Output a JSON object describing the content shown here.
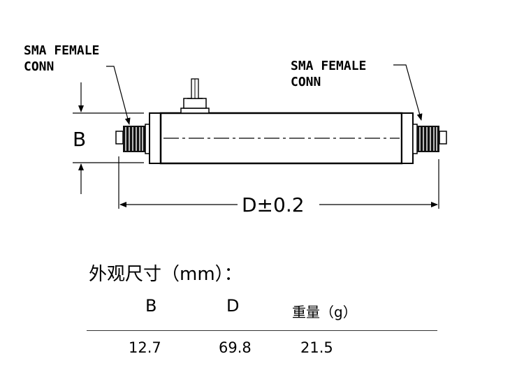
{
  "drawing": {
    "left_label_line1": "SMA FEMALE",
    "left_label_line2": "CONN",
    "right_label_line1": "SMA FEMALE",
    "right_label_line2": "CONN",
    "dim_b": "B",
    "dim_d": "D±0.2"
  },
  "spec": {
    "title": "外观尺寸（mm）：",
    "headers": [
      "B",
      "D",
      "重量（g）"
    ],
    "values": [
      "12.7",
      "69.8",
      "21.5"
    ]
  }
}
